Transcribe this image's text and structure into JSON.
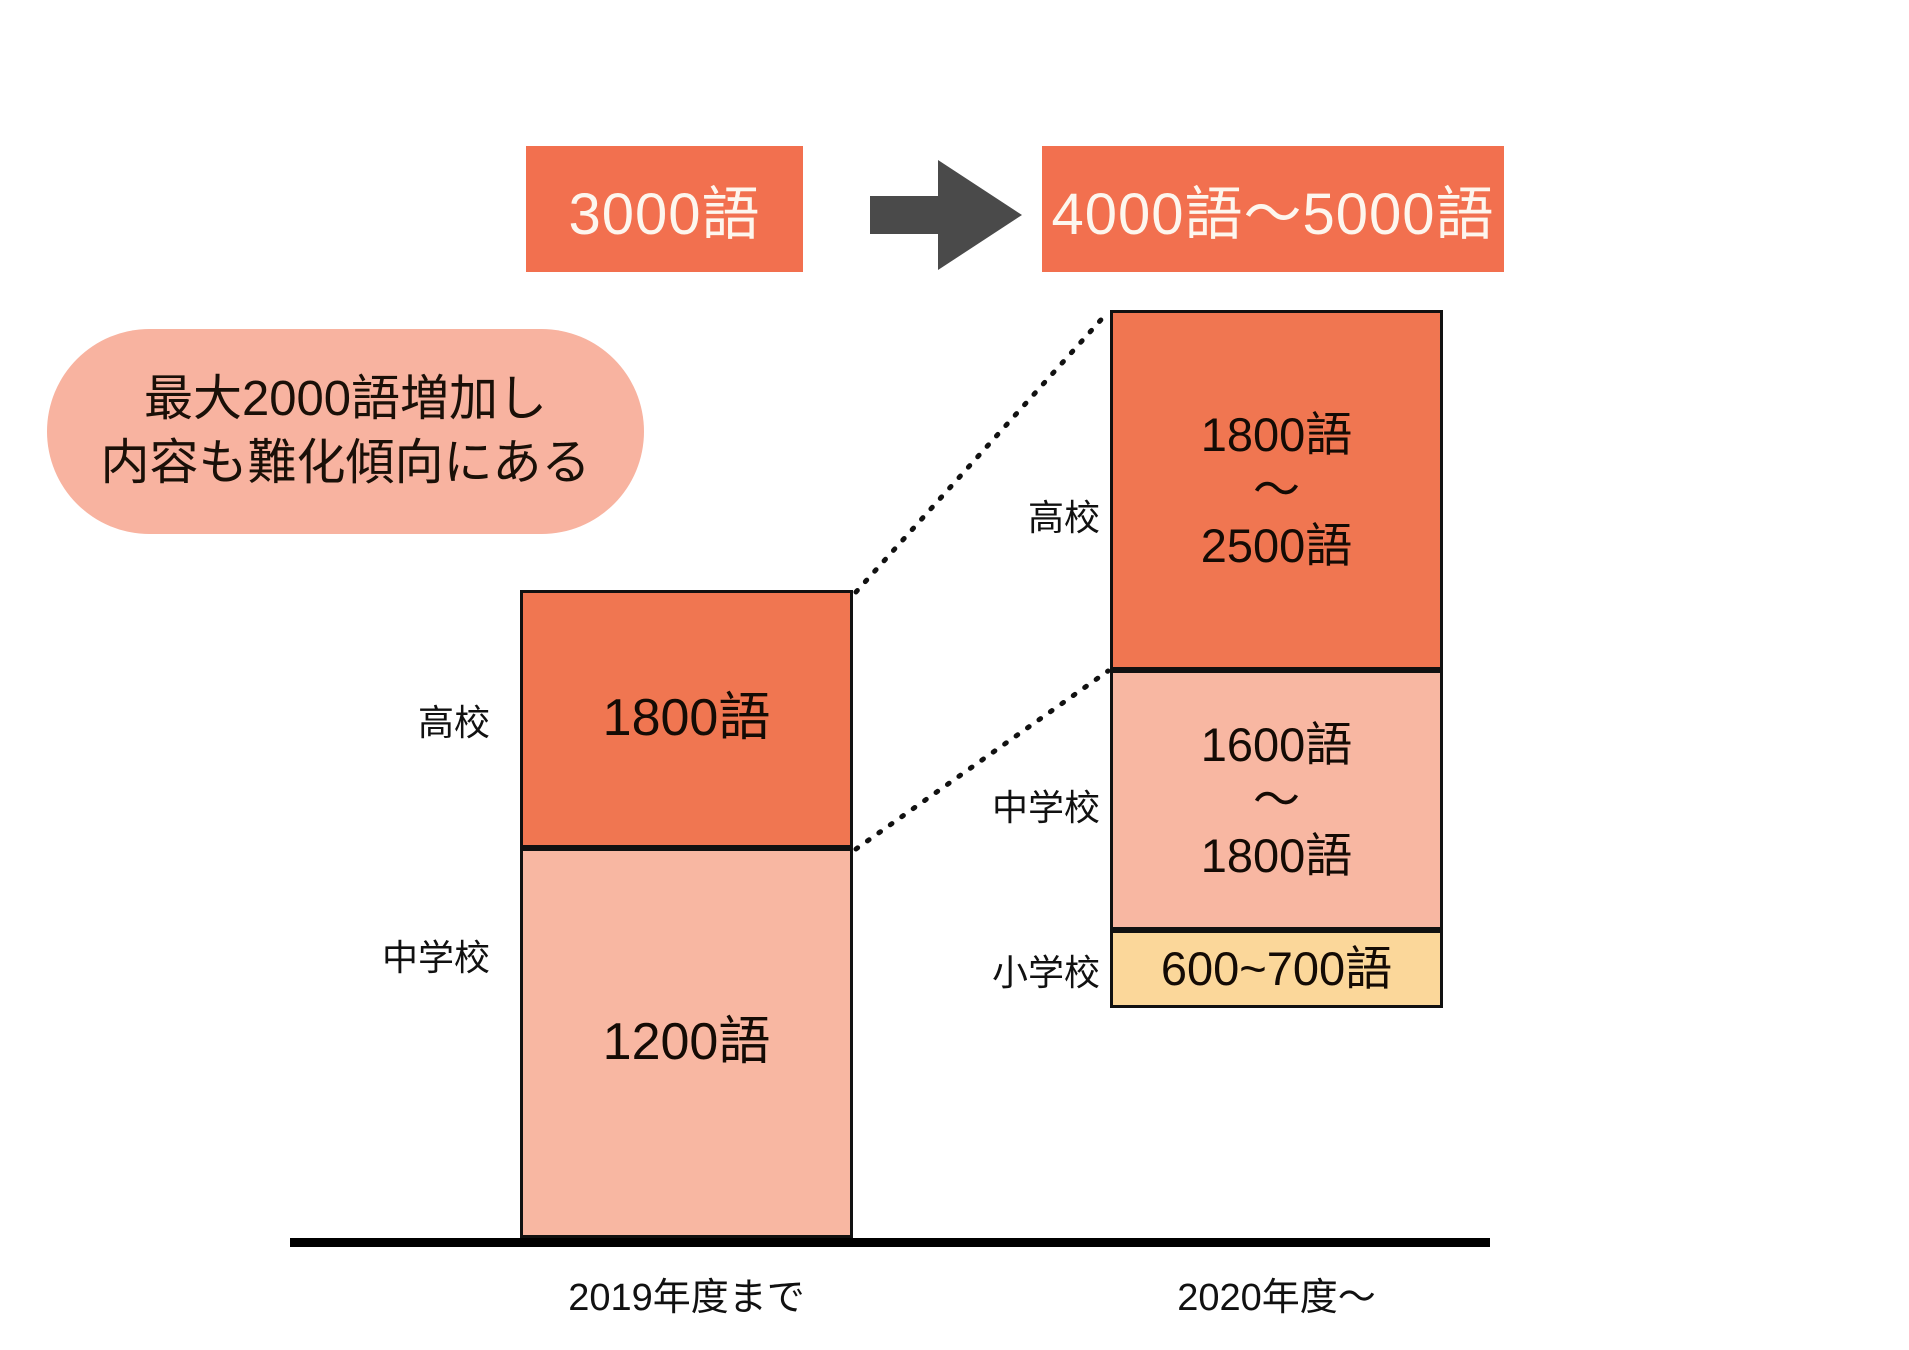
{
  "banner": {
    "before_label": "3000語",
    "after_label": "4000語～5000語",
    "arrow_icon": "right-block-arrow-icon",
    "box_color": "#F2704F",
    "text_color": "#FDF6EE",
    "arrow_color": "#4A4A4A"
  },
  "callout": {
    "line1": "最大2000語増加し",
    "line2": "内容も難化傾向にある",
    "background_color": "#F8B3A0",
    "text_color": "#1A1008"
  },
  "chart_data": {
    "type": "bar",
    "title": "",
    "xlabel": "",
    "ylabel": "",
    "stacked": true,
    "grid": false,
    "legend": "none",
    "categories": [
      "2019年度まで",
      "2020年度～"
    ],
    "series": [
      {
        "name": "高校",
        "labels": [
          "1800語",
          "1800語\n～\n2500語"
        ],
        "values": [
          1800,
          2150
        ],
        "ranges": [
          [
            1800,
            1800
          ],
          [
            1800,
            2500
          ]
        ],
        "color": "#F07651"
      },
      {
        "name": "中学校",
        "labels": [
          "1200語",
          "1600語\n～\n1800語"
        ],
        "values": [
          1200,
          1700
        ],
        "ranges": [
          [
            1200,
            1200
          ],
          [
            1600,
            1800
          ]
        ],
        "color": "#F8B7A2"
      },
      {
        "name": "小学校",
        "labels": [
          null,
          "600~700語"
        ],
        "values": [
          0,
          650
        ],
        "ranges": [
          null,
          [
            600,
            700
          ]
        ],
        "color": "#FBD79A"
      }
    ],
    "totals": {
      "2019年度まで": "3000語",
      "2020年度～": "4000語～5000語"
    },
    "annotations": [
      "最大2000語増加し",
      "内容も難化傾向にある"
    ]
  },
  "left_bar": {
    "axis_caption": "2019年度まで",
    "segments": [
      {
        "label": "高校",
        "value_label": "1800語"
      },
      {
        "label": "中学校",
        "value_label": "1200語"
      }
    ]
  },
  "right_bar": {
    "axis_caption": "2020年度～",
    "segments": [
      {
        "label": "高校",
        "value_label": "1800語\n～\n2500語"
      },
      {
        "label": "中学校",
        "value_label": "1600語\n～\n1800語"
      },
      {
        "label": "小学校",
        "value_label": "600~700語"
      }
    ]
  }
}
